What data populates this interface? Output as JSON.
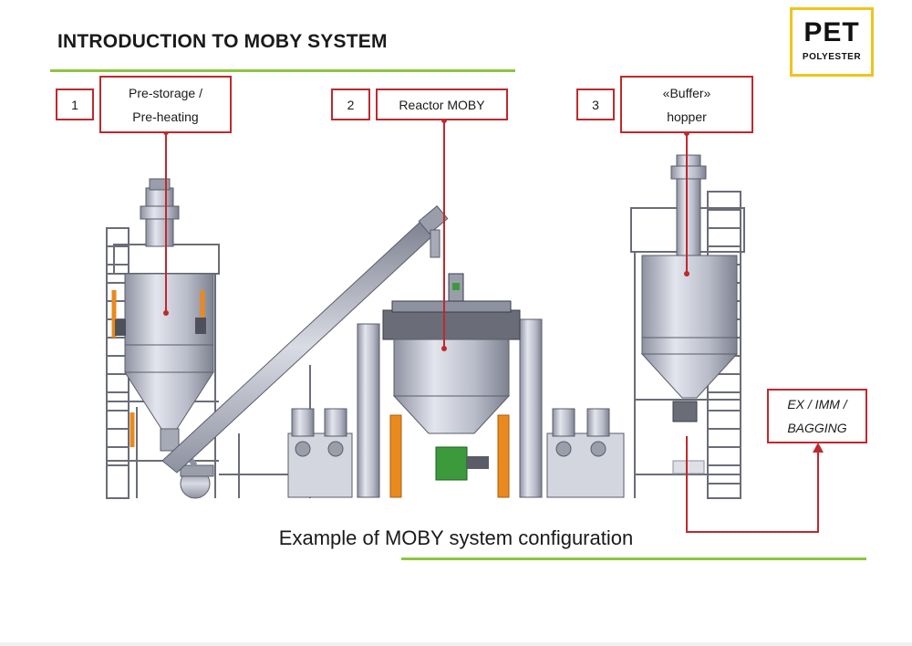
{
  "header": {
    "title": "INTRODUCTION TO MOBY SYSTEM"
  },
  "logo": {
    "main": "PET",
    "sub": "POLYESTER"
  },
  "steps": [
    {
      "number": "1",
      "line1": "Pre-storage /",
      "line2": "Pre-heating"
    },
    {
      "number": "2",
      "line1": "Reactor MOBY",
      "line2": ""
    },
    {
      "number": "3",
      "line1": "«Buffer»",
      "line2": "hopper"
    }
  ],
  "output": {
    "line1": "EX / IMM /",
    "line2": "BAGGING"
  },
  "caption": "Example of MOBY system configuration",
  "colors": {
    "accent_green": "#8cc63f",
    "callout_red": "#c0282d",
    "logo_yellow": "#f0c419",
    "machine_steel": "#c9cbd6",
    "frame_orange": "#e88a1e",
    "motor_green": "#3c9a3c"
  }
}
